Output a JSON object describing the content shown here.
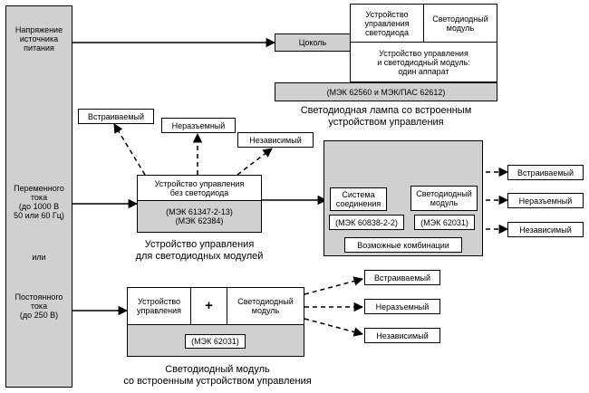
{
  "left_panel": {
    "supply_voltage": "Напряжение\nисточника\nпитания",
    "ac": "Переменного\nтока\n(до 1000 В\n50 или 60 Гц)",
    "or": "или",
    "dc": "Постоянного\nтока\n(до 250 В)"
  },
  "lamp": {
    "base": "Цоколь",
    "control_device": "Устройство\nуправления\nсветодиода",
    "led_module": "Светодиодный\nмодуль",
    "single_unit": "Устройство управления\nи светодиодный модуль:\nодин аппарат",
    "standard": "(МЭК 62560 и МЭК/ПАС 62612)",
    "caption": "Светодиодная лампа со встроенным\nустройством управления"
  },
  "control_gear": {
    "title": "Устройство управления\nбез светодиода",
    "standards": "(МЭК 61347-2-13)\n(МЭК 62384)",
    "caption": "Устройство управления\nдля светодиодных модулей",
    "types": [
      "Встраиваемый",
      "Неразъемный",
      "Независимый"
    ]
  },
  "combinations": {
    "connection_system": "Система\nсоединения",
    "led_module": "Светодиодный\nмодуль",
    "std_connection": "(МЭК 60838-2-2)",
    "std_module": "(МЭК 62031)",
    "caption": "Возможные комбинации",
    "types": [
      "Встраиваемый",
      "Неразъемный",
      "Независимый"
    ]
  },
  "integrated_module": {
    "control_device": "Устройство\nуправления",
    "plus": "+",
    "led_module": "Светодиодный\nмодуль",
    "standard": "(МЭК 62031)",
    "caption": "Светодиодный модуль\nсо встроенным устройством управления",
    "types": [
      "Встраиваемый",
      "Неразъемный",
      "Независимый"
    ]
  },
  "colors": {
    "panel_grey": "#d0d0d0",
    "line": "#000000",
    "background": "#ffffff"
  }
}
